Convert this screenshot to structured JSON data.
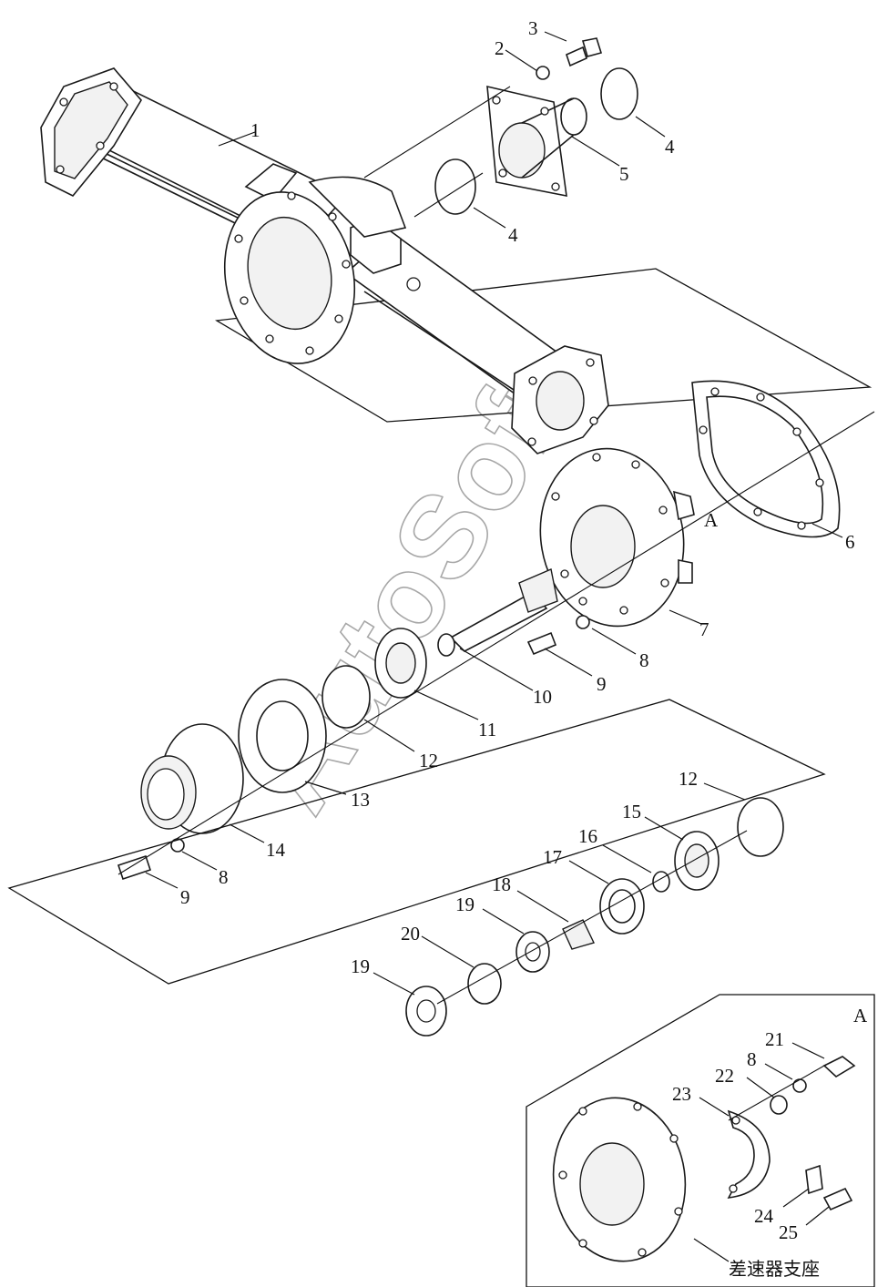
{
  "labels": {
    "p1": "1",
    "p2": "2",
    "p3": "3",
    "p4a": "4",
    "p4b": "4",
    "p5": "5",
    "p6": "6",
    "p7": "7",
    "p8a": "8",
    "p8b": "8",
    "p8c": "8",
    "p9a": "9",
    "p9b": "9",
    "p10": "10",
    "p11": "11",
    "p12a": "12",
    "p12b": "12",
    "p13": "13",
    "p14": "14",
    "p15": "15",
    "p16": "16",
    "p17": "17",
    "p18": "18",
    "p19a": "19",
    "p19b": "19",
    "p20": "20",
    "p21": "21",
    "p22": "22",
    "p23": "23",
    "p24": "24",
    "p25": "25",
    "view_a": "A",
    "inset_a": "A"
  },
  "inset_caption": "差速器支座",
  "watermark": "AutoSoft"
}
